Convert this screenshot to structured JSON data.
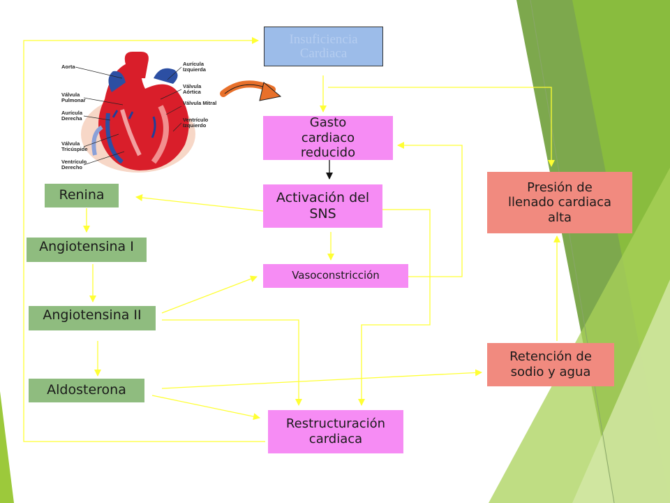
{
  "diagram": {
    "title_box": "Insuficiencia Cardiaca",
    "nodes": {
      "gasto": "Gasto cardiaco reducido",
      "sns": "Activación del SNS",
      "vaso": "Vasoconstricción",
      "restructuracion": "Restructuración cardiaca",
      "presion": "Presión de llenado cardiaca alta",
      "retencion": "Retención de sodio y agua",
      "renina": "Renina",
      "angio1": "Angiotensina I",
      "angio2": "Angiotensina II",
      "aldosterona": "Aldosterona"
    },
    "heart_labels": {
      "aorta": "Aorta",
      "valvula_pulmonar": "Válvula Pulmonar",
      "auricula_derecha": "Aurícula Derecha",
      "valvula_tricuspide": "Válvula Tricúspide",
      "ventriculo_derecho": "Ventrículo Derecho",
      "auricula_izquierda": "Aurícula Izquierda",
      "valvula_aortica": "Válvula Aórtica",
      "valvula_mitral": "Válvula Mitral",
      "ventriculo_izquierdo": "Ventrículo Izquierdo"
    }
  },
  "colors": {
    "arrow": "#ffff33",
    "process_box": "#f68cf4",
    "hormone_box": "#8fbc7f",
    "effect_box": "#f18a7f",
    "title_box": "#9cbce9",
    "curved_arrow": "#e8702a"
  }
}
